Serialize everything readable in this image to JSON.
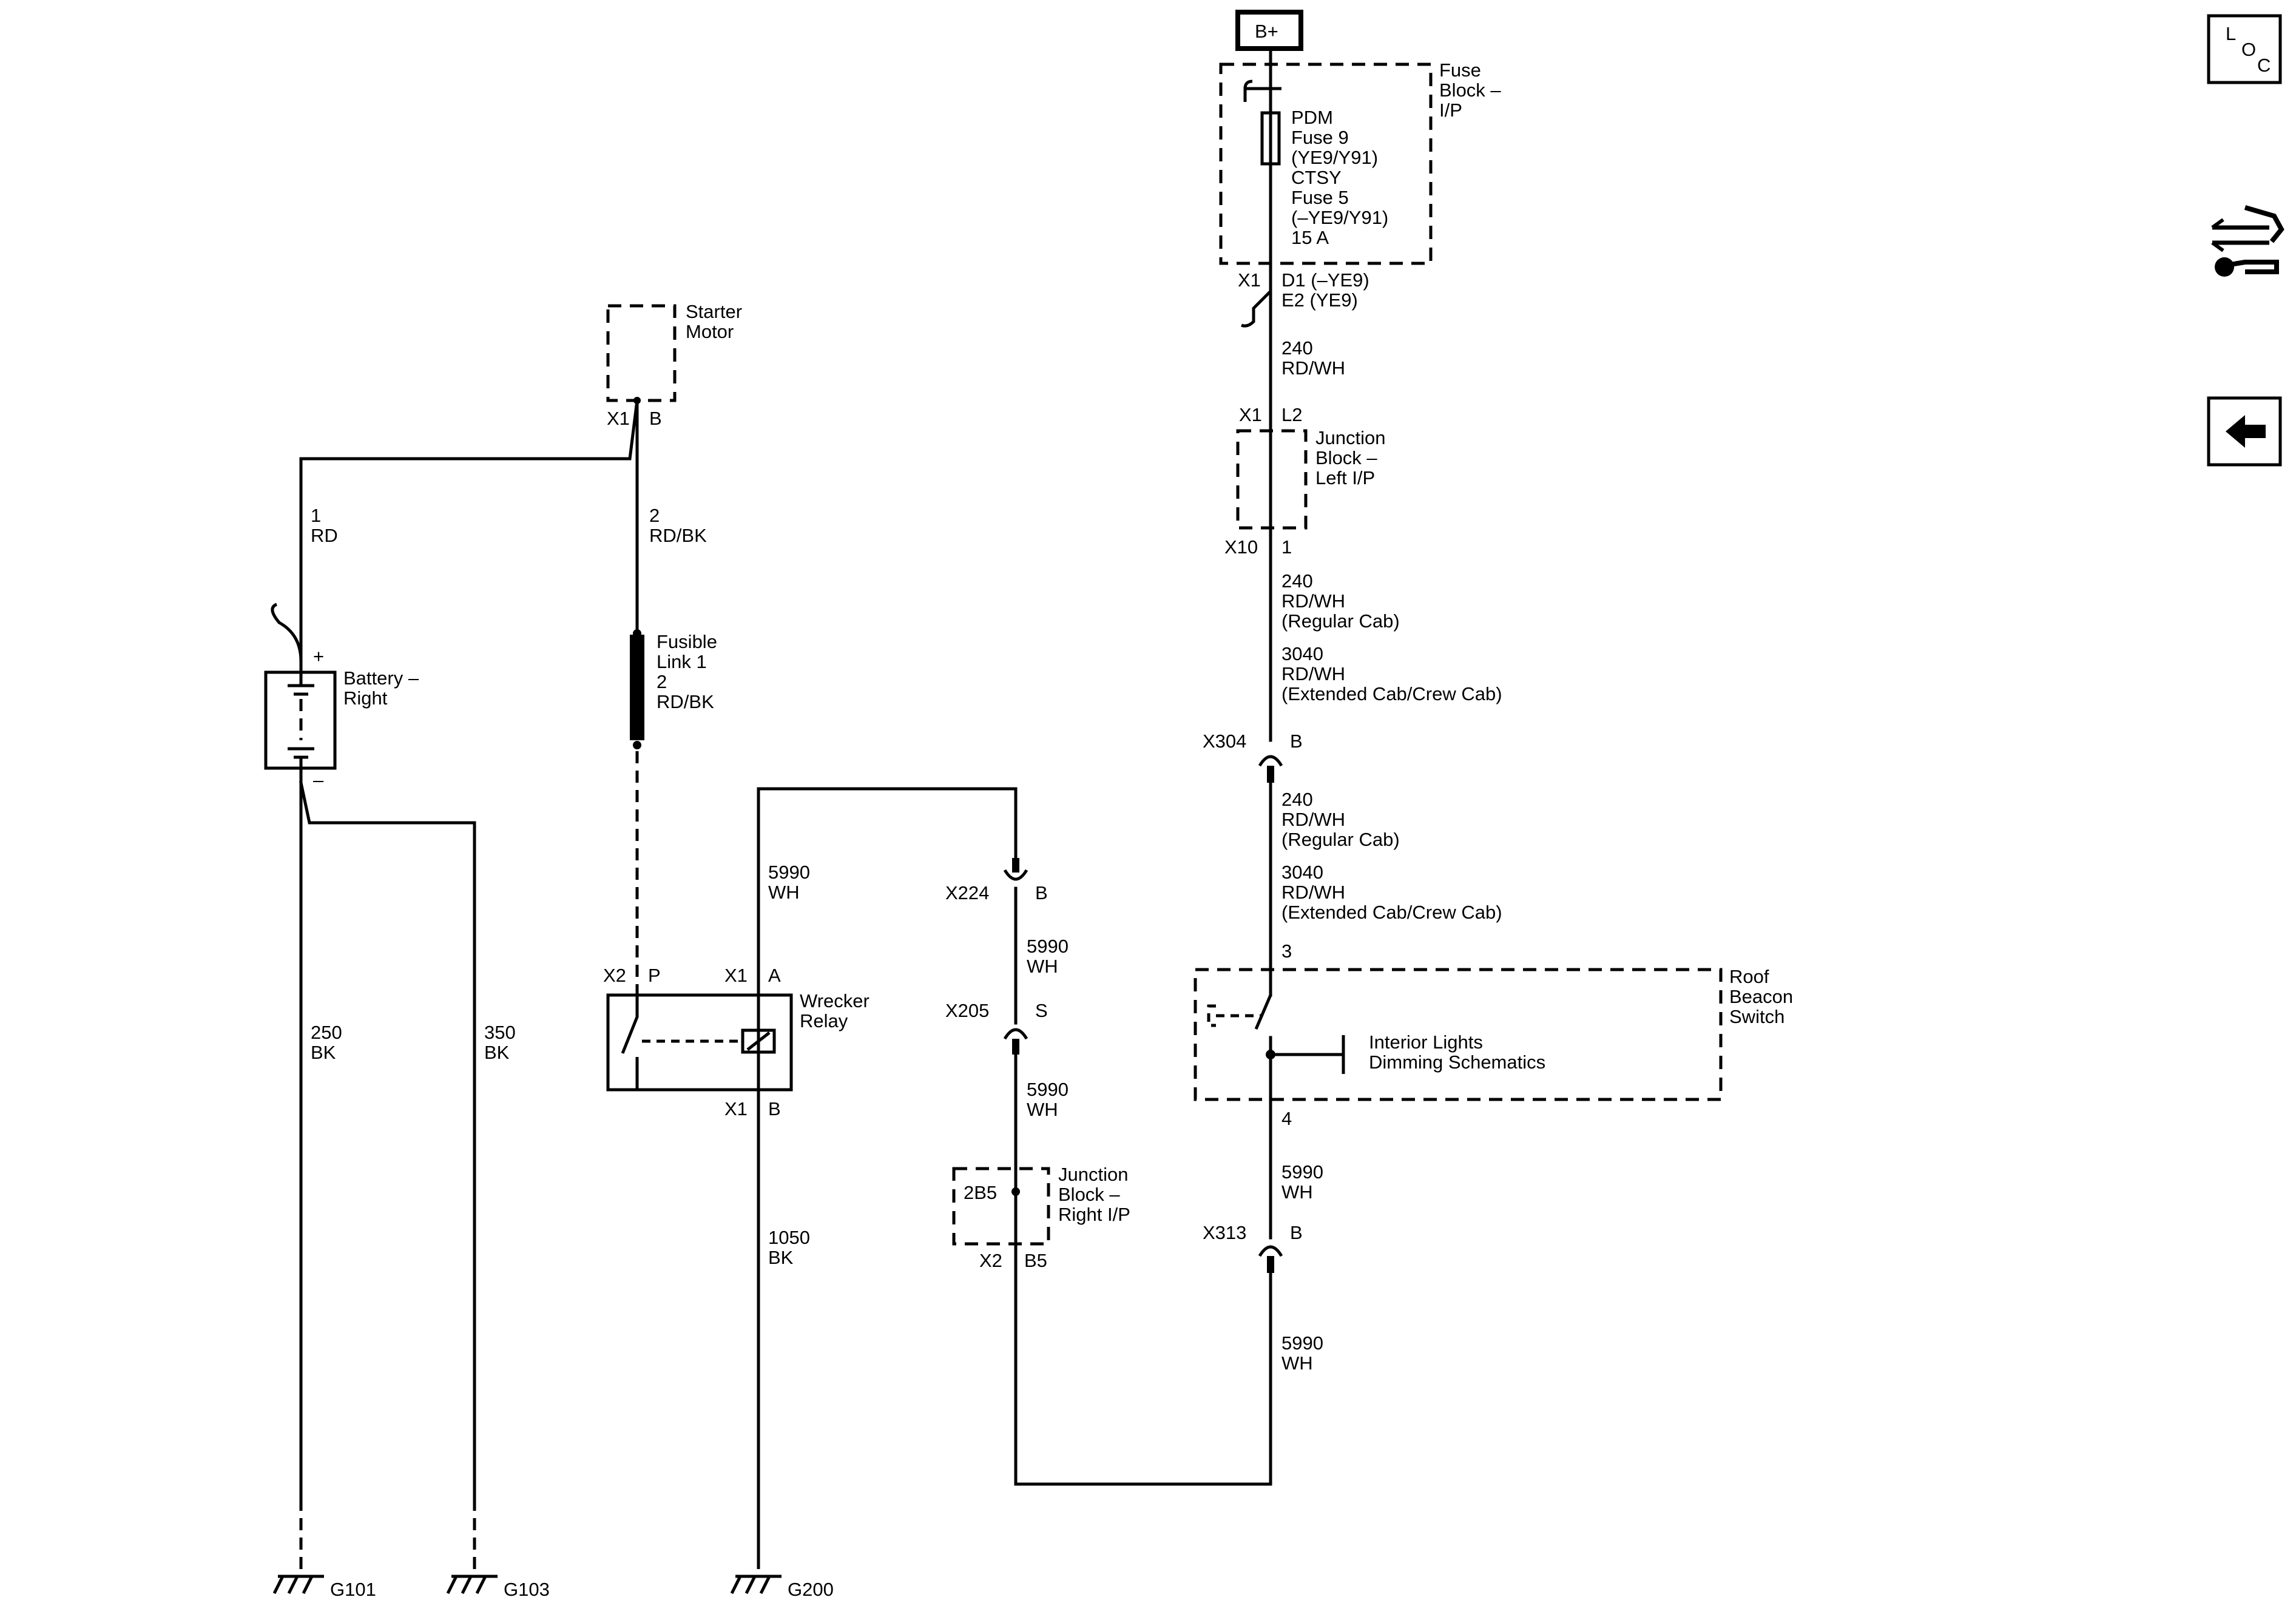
{
  "b_plus": "B+",
  "side_icons": {
    "loc": {
      "l": "L",
      "o": "O",
      "c": "C"
    }
  },
  "fuse_block": {
    "title": [
      "Fuse",
      "Block –",
      "I/P"
    ],
    "fuse": [
      "PDM",
      "Fuse 9",
      "(YE9/Y91)",
      "CTSY",
      "Fuse 5",
      "(–YE9/Y91)",
      "15 A"
    ],
    "conn": "X1",
    "pins": [
      "D1 (–YE9)",
      "E2 (YE9)"
    ]
  },
  "wires": {
    "w240a": [
      "240",
      "RD/WH"
    ],
    "w240b": [
      "240",
      "RD/WH",
      "(Regular Cab)"
    ],
    "w3040b": [
      "3040",
      "RD/WH",
      "(Extended Cab/Crew Cab)"
    ],
    "w240c": [
      "240",
      "RD/WH",
      "(Regular Cab)"
    ],
    "w3040c": [
      "3040",
      "RD/WH",
      "(Extended Cab/Crew Cab)"
    ],
    "w5990_switch": [
      "5990",
      "WH"
    ],
    "w5990_bottom": [
      "5990",
      "WH"
    ],
    "w5990_relay": [
      "5990",
      "WH"
    ],
    "w5990_x224": [
      "5990",
      "WH"
    ],
    "w5990_x205": [
      "5990",
      "WH"
    ],
    "w1rd": [
      "1",
      "RD"
    ],
    "w2rdbk": [
      "2",
      "RD/BK"
    ],
    "w250": [
      "250",
      "BK"
    ],
    "w350": [
      "350",
      "BK"
    ],
    "w1050": [
      "1050",
      "BK"
    ]
  },
  "jb_left": {
    "title": [
      "Junction",
      "Block –",
      "Left I/P"
    ],
    "top_conn": "X1",
    "top_pin": "L2",
    "bot_conn": "X10",
    "bot_pin": "1"
  },
  "x304": {
    "conn": "X304",
    "pin": "B"
  },
  "x313": {
    "conn": "X313",
    "pin": "B"
  },
  "x224": {
    "conn": "X224",
    "pin": "B"
  },
  "x205": {
    "conn": "X205",
    "pin": "S"
  },
  "roof_switch": {
    "title": [
      "Roof",
      "Beacon",
      "Switch"
    ],
    "pin_top": "3",
    "pin_bottom": "4",
    "ref": [
      "Interior Lights",
      "Dimming Schematics"
    ]
  },
  "jb_right": {
    "title": [
      "Junction",
      "Block –",
      "Right I/P"
    ],
    "inner": "2B5",
    "conn": "X2",
    "pin": "B5"
  },
  "starter": {
    "title": [
      "Starter",
      "Motor"
    ],
    "conn": "X1",
    "pin": "B"
  },
  "battery": {
    "title": [
      "Battery –",
      "Right"
    ],
    "plus": "+",
    "minus": "–"
  },
  "fusible": {
    "title": [
      "Fusible",
      "Link 1",
      "2",
      "RD/BK"
    ]
  },
  "relay": {
    "title": [
      "Wrecker",
      "Relay"
    ],
    "x2": "X2",
    "p": "P",
    "x1a": "X1",
    "a": "A",
    "x1b": "X1",
    "b": "B"
  },
  "grounds": {
    "g101": "G101",
    "g103": "G103",
    "g200": "G200"
  }
}
